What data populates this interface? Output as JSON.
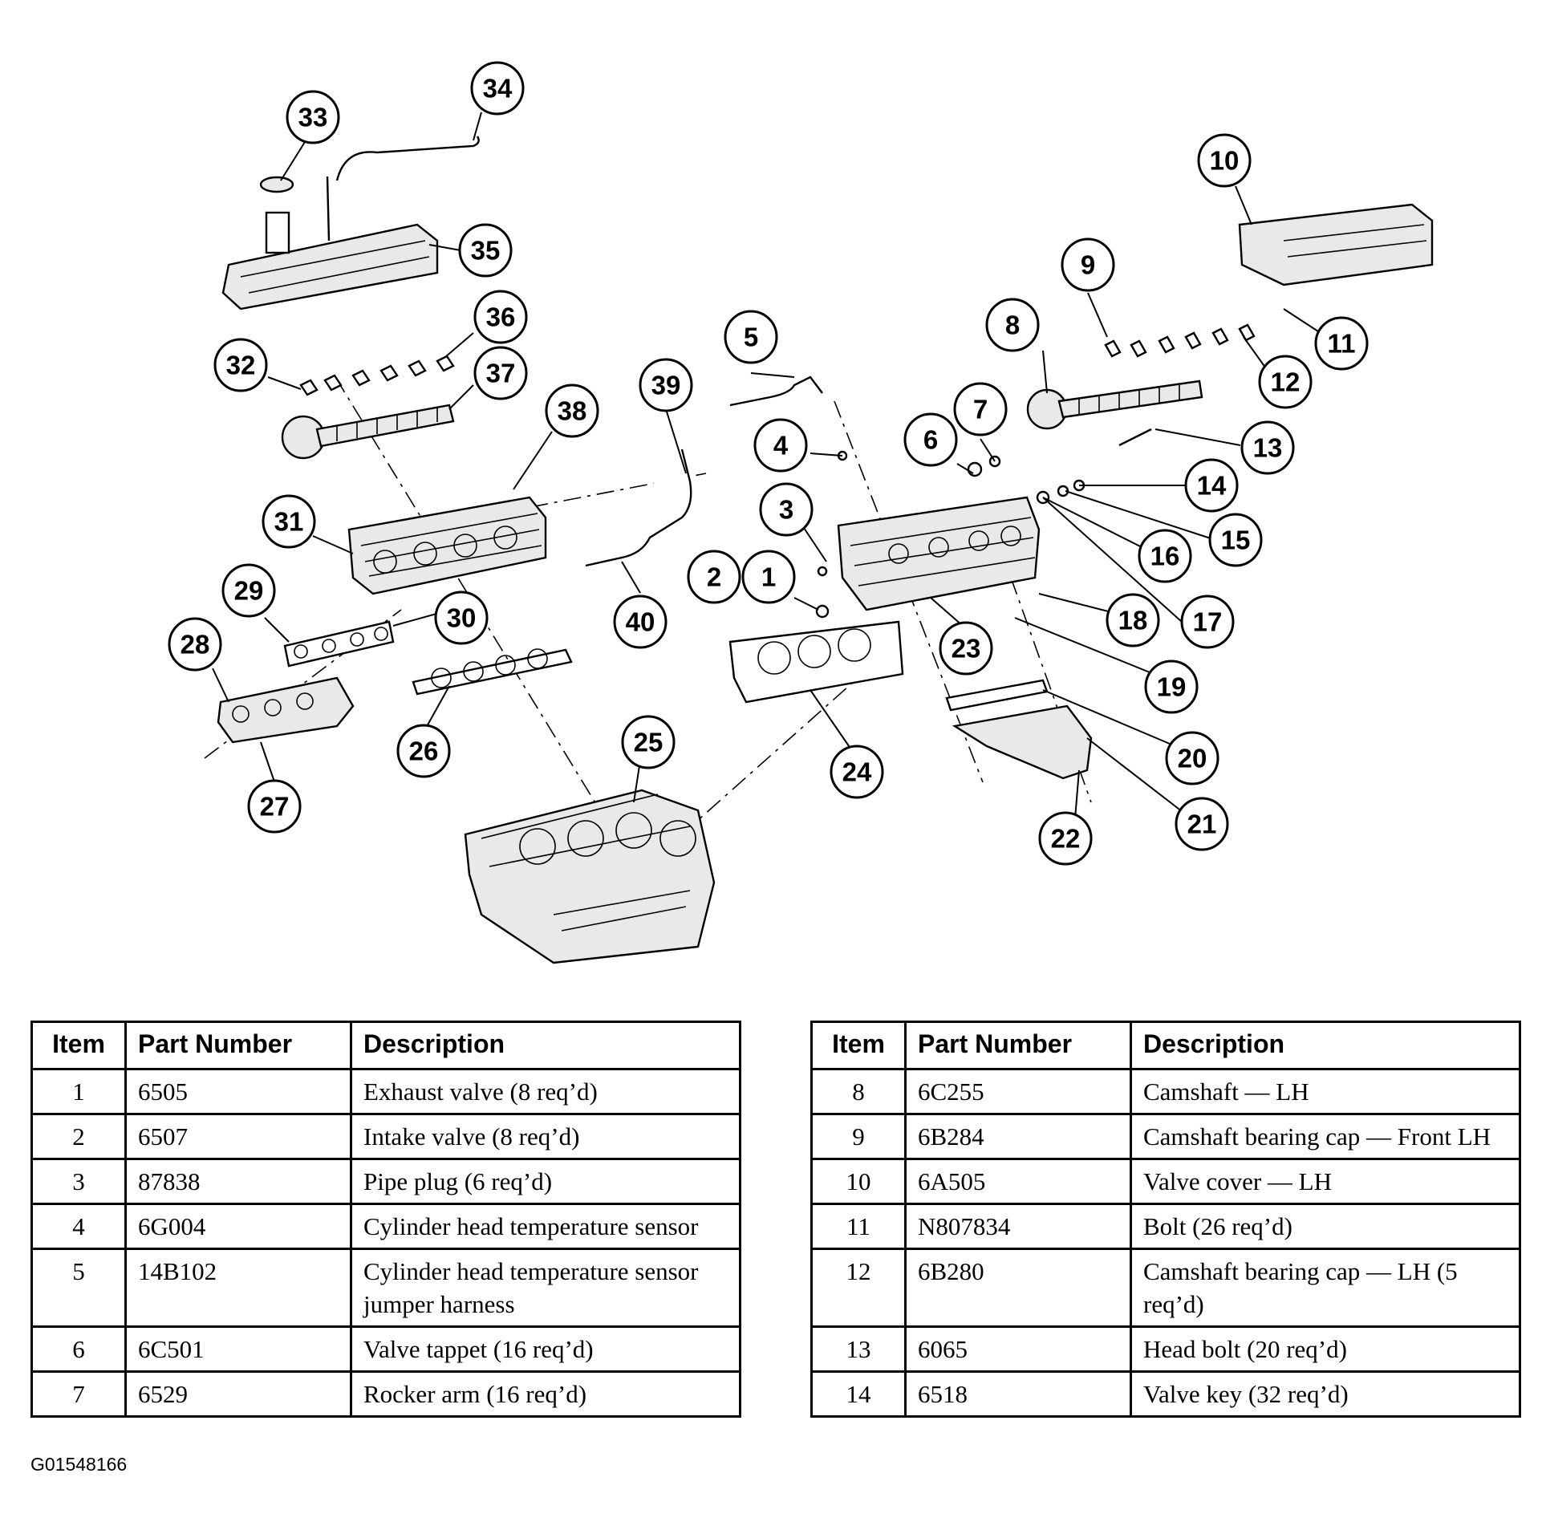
{
  "figure_id": "G01548166",
  "callouts": [
    "1",
    "2",
    "3",
    "4",
    "5",
    "6",
    "7",
    "8",
    "9",
    "10",
    "11",
    "12",
    "13",
    "14",
    "15",
    "16",
    "17",
    "18",
    "19",
    "20",
    "21",
    "22",
    "23",
    "24",
    "25",
    "26",
    "27",
    "28",
    "29",
    "30",
    "31",
    "32",
    "33",
    "34",
    "35",
    "36",
    "37",
    "38",
    "39",
    "40"
  ],
  "table_headers": {
    "item": "Item",
    "part_number": "Part Number",
    "description": "Description"
  },
  "table_left": [
    {
      "item": "1",
      "part": "6505",
      "desc": "Exhaust valve (8 req’d)"
    },
    {
      "item": "2",
      "part": "6507",
      "desc": "Intake valve (8 req’d)"
    },
    {
      "item": "3",
      "part": "87838",
      "desc": "Pipe plug (6 req’d)"
    },
    {
      "item": "4",
      "part": "6G004",
      "desc": "Cylinder head temperature sensor"
    },
    {
      "item": "5",
      "part": "14B102",
      "desc": "Cylinder head temperature sensor jumper harness"
    },
    {
      "item": "6",
      "part": "6C501",
      "desc": "Valve tappet (16 req’d)"
    },
    {
      "item": "7",
      "part": "6529",
      "desc": "Rocker arm (16 req’d)"
    }
  ],
  "table_right": [
    {
      "item": "8",
      "part": "6C255",
      "desc": "Camshaft — LH"
    },
    {
      "item": "9",
      "part": "6B284",
      "desc": "Camshaft bearing cap — Front LH"
    },
    {
      "item": "10",
      "part": "6A505",
      "desc": "Valve cover — LH"
    },
    {
      "item": "11",
      "part": "N807834",
      "desc": "Bolt (26 req’d)"
    },
    {
      "item": "12",
      "part": "6B280",
      "desc": "Camshaft bearing cap — LH (5 req’d)"
    },
    {
      "item": "13",
      "part": "6065",
      "desc": "Head bolt (20 req’d)"
    },
    {
      "item": "14",
      "part": "6518",
      "desc": "Valve key (32 req’d)"
    }
  ]
}
